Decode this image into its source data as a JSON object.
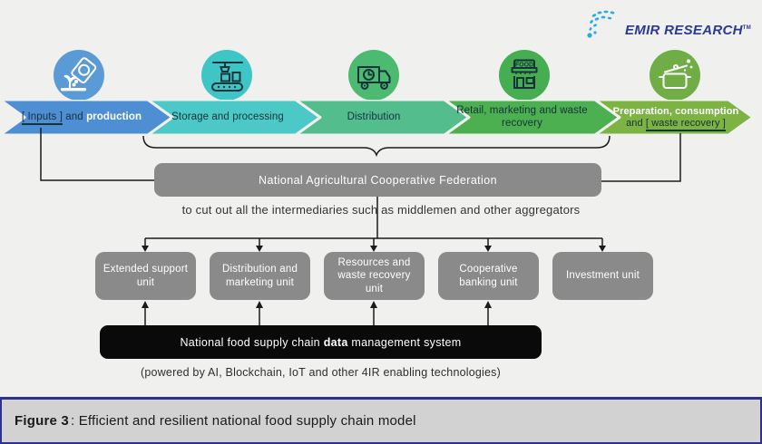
{
  "logo": {
    "brand": "EMIR RESEARCH",
    "tm": "TM",
    "dot_color": "#29abe2",
    "text_color": "#2b3990"
  },
  "pipeline": {
    "stages": [
      {
        "underlined": "[ Inputs ]",
        "plain": " and ",
        "emphasis": "production",
        "color": "#4d8fd2",
        "icon": "seed-packet-icon",
        "icon_color": "#5b9bd5"
      },
      {
        "label": "Storage and processing",
        "color": "#4cc8c6",
        "icon": "factory-robot-icon",
        "icon_color": "#3ec6c6"
      },
      {
        "label": "Distribution",
        "color": "#53bd8e",
        "icon": "delivery-truck-icon",
        "icon_color": "#4cba70"
      },
      {
        "label": "Retail, marketing and waste recovery",
        "color": "#4caf50",
        "icon": "food-store-icon",
        "icon_color": "#46ad51"
      },
      {
        "emphasis": "Preparation, consumption",
        "plain": "and ",
        "underlined": "[ waste recovery ]",
        "color": "#7cb342",
        "icon": "cooking-pot-icon",
        "icon_color": "#70ad47"
      }
    ]
  },
  "store_sign": "FOOD",
  "federation": {
    "label": "National Agricultural Cooperative Federation",
    "color": "#8a8a8a"
  },
  "note": "to cut out all the intermediaries such as middlemen and other aggregators",
  "units": [
    "Extended support unit",
    "Distribution and marketing unit",
    "Resources and waste recovery unit",
    "Cooperative banking unit",
    "Investment unit"
  ],
  "datasys": {
    "pre": "National food supply chain ",
    "emphasis": "data",
    "post": " management system",
    "color": "#0a0a0a"
  },
  "powered": "(powered by AI, Blockchain, IoT and other 4IR enabling technologies)",
  "caption": {
    "label": "Figure 3",
    "text": ": Efficient and resilient national food supply chain model",
    "border_color": "#2e3192",
    "background": "#d2d2d2"
  },
  "palette": {
    "background": "#f0f0ee",
    "connector_line": "#1a1a1a",
    "box_gray": "#8a8a8a",
    "dark_label": "#16323c"
  }
}
